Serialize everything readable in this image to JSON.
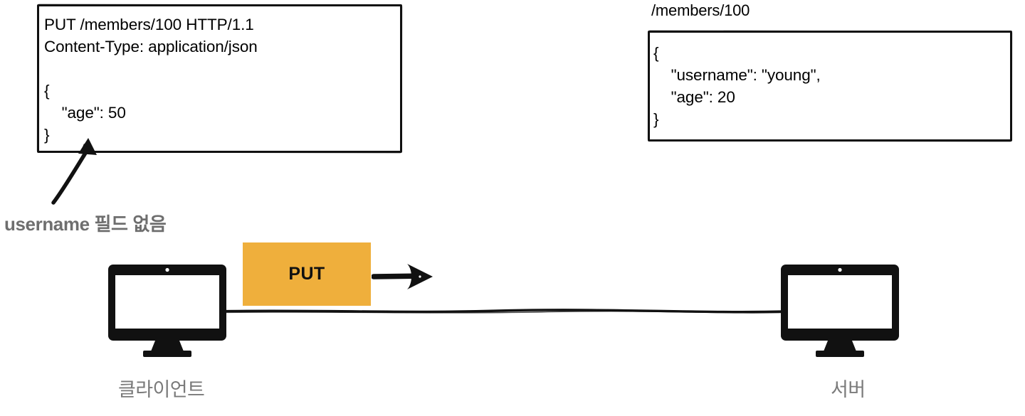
{
  "diagram": {
    "title_semantic": "http-put-request-diagram",
    "colors": {
      "badge_fill": "#efaf3c",
      "ink": "#111111",
      "muted_text": "#7a7a7a",
      "annotation_text": "#6e6e6e"
    }
  },
  "request": {
    "box_name": "http-request-box",
    "lines": [
      "PUT /members/100 HTTP/1.1",
      "Content-Type: application/json",
      "",
      "{",
      "    \"age\": 50",
      "}"
    ],
    "text": "PUT /members/100 HTTP/1.1\nContent-Type: application/json\n\n{\n    \"age\": 50\n}",
    "method": "PUT",
    "path": "/members/100",
    "http_version": "HTTP/1.1",
    "content_type": "application/json",
    "body_fields": [
      {
        "key": "age",
        "value": "50"
      }
    ]
  },
  "response": {
    "box_name": "stored-resource-box",
    "resource_path": "/members/100",
    "lines": [
      "{",
      "    \"username\": \"young\",",
      "    \"age\": 20",
      "}"
    ],
    "text": "{\n    \"username\": \"young\",\n    \"age\": 20\n}",
    "body_fields": [
      {
        "key": "username",
        "value": "young"
      },
      {
        "key": "age",
        "value": "20"
      }
    ]
  },
  "annotation": {
    "text": "username 필드 없음",
    "arrow": "annotation-arrow-to-request-body"
  },
  "flow": {
    "badge_label": "PUT",
    "direction_icon": "right-arrow-icon"
  },
  "endpoints": {
    "client": {
      "label": "클라이언트",
      "icon": "monitor-icon"
    },
    "server": {
      "label": "서버",
      "icon": "monitor-icon"
    }
  }
}
